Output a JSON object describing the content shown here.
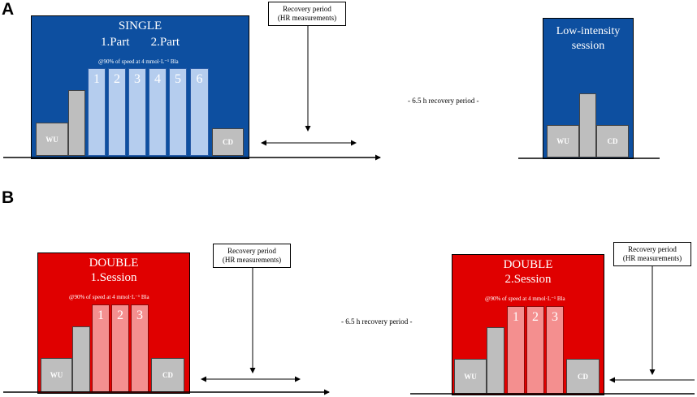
{
  "panel_a": {
    "label": "A",
    "single_box": {
      "title": "SINGLE",
      "parts_line": "1.Part       2.Part",
      "intensity_note": "@90% of speed at 4 mmol·L⁻¹  Bla",
      "wu": "WU",
      "cd": "CD",
      "intervals": [
        "1",
        "2",
        "3",
        "4",
        "5",
        "6"
      ]
    },
    "recovery_callout": {
      "line1": "Recovery period",
      "line2": "(HR measurements)"
    },
    "middle_text": "- 6.5 h recovery period -",
    "low_box": {
      "title_line1": "Low-intensity",
      "title_line2": "session",
      "wu": "WU",
      "cd": "CD"
    }
  },
  "panel_b": {
    "label": "B",
    "double1_box": {
      "title_line1": "DOUBLE",
      "title_line2": "1.Session",
      "intensity_note": "@90% of speed at 4 mmol·L⁻¹  Bla",
      "wu": "WU",
      "cd": "CD",
      "intervals": [
        "1",
        "2",
        "3"
      ]
    },
    "recovery_callout_1": {
      "line1": "Recovery period",
      "line2": "(HR measurements)"
    },
    "middle_text": "- 6.5 h recovery period -",
    "double2_box": {
      "title_line1": "DOUBLE",
      "title_line2": "2.Session",
      "intensity_note": "@90% of speed at 4 mmol·L⁻¹  Bla",
      "wu": "WU",
      "cd": "CD",
      "intervals": [
        "1",
        "2",
        "3"
      ]
    },
    "recovery_callout_2": {
      "line1": "Recovery period",
      "line2": "(HR measurements)"
    }
  },
  "colors": {
    "blue": "#0d4fa0",
    "red": "#e00000",
    "light_blue": "#b5cdee",
    "light_red": "#f48f8f",
    "gray": "#bebebe"
  }
}
